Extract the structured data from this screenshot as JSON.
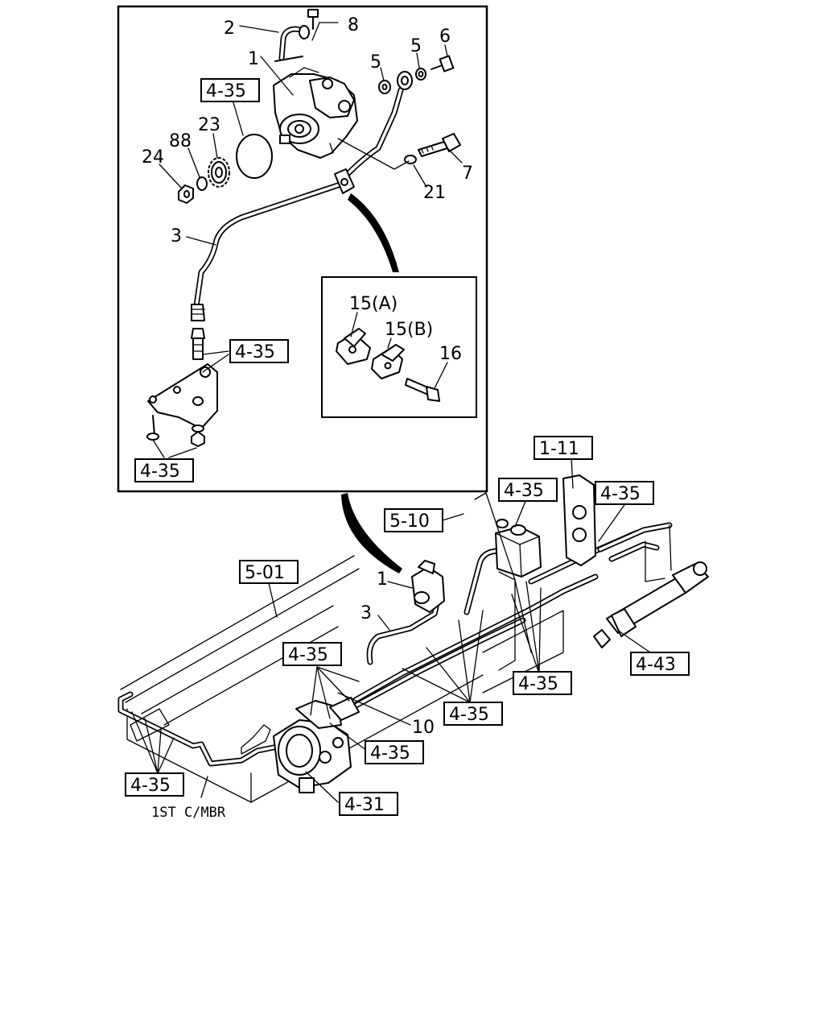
{
  "detail_callouts": {
    "c2": "2",
    "c8": "8",
    "c1": "1",
    "c5a": "5",
    "c5b": "5",
    "c6": "6",
    "c23": "23",
    "c88": "88",
    "c24": "24",
    "c7": "7",
    "c21": "21",
    "c3": "3"
  },
  "detail_refs": {
    "r_top": "4-35",
    "r_mid": "4-35",
    "r_bottom": "4-35"
  },
  "inset": {
    "c15a": "15(A)",
    "c15b": "15(B)",
    "c16": "16"
  },
  "main_refs": {
    "r111": "1-11",
    "r435_tank": "4-35",
    "r435_right": "4-35",
    "r510": "5-10",
    "r501": "5-01",
    "r435_left": "4-35",
    "r435_rail": "4-35",
    "r435_mid": "4-35",
    "r435_gear": "4-35",
    "r431": "4-31",
    "r443": "4-43",
    "r435_bl": "4-35"
  },
  "main_callouts": {
    "c1": "1",
    "c3": "3",
    "c10": "10"
  },
  "labels": {
    "member": "1ST C/MBR"
  }
}
